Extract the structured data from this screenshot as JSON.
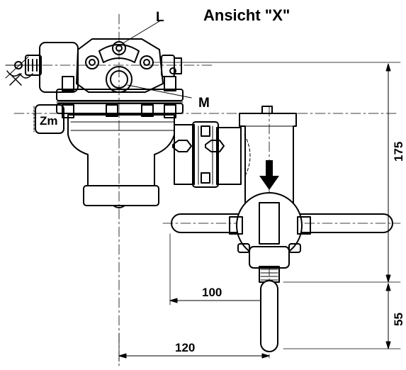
{
  "title": "Ansicht \"X\"",
  "labels": {
    "L": "L",
    "M": "M",
    "Zm": "Zm"
  },
  "dimensions": {
    "d175": "175",
    "d55": "55",
    "d100": "100",
    "d120": "120"
  }
}
